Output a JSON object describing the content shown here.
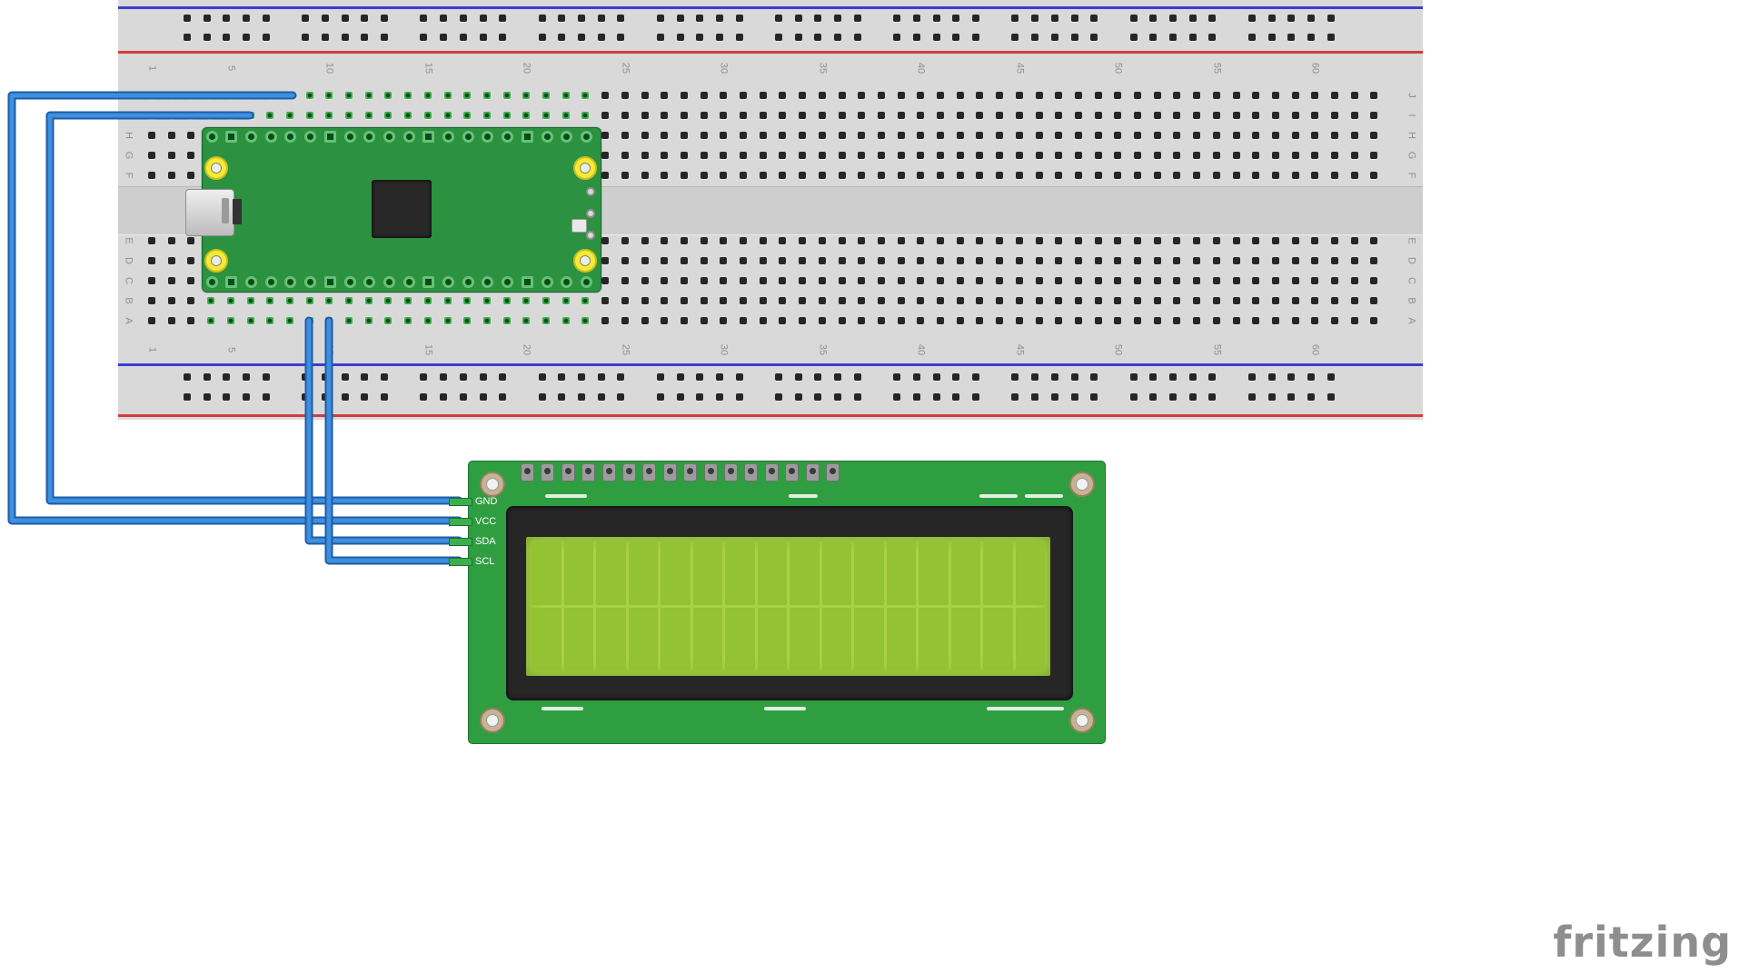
{
  "watermark": "fritzing",
  "breadboard": {
    "column_numbers": [
      "1",
      "5",
      "10",
      "15",
      "20",
      "25",
      "30",
      "35",
      "40",
      "45",
      "50",
      "55",
      "60"
    ],
    "row_letters_top": [
      "J",
      "I",
      "H",
      "G",
      "F"
    ],
    "row_letters_bottom": [
      "E",
      "D",
      "C",
      "B",
      "A"
    ],
    "body_color": "#d9d9d9",
    "negative_rail_color": "#3d3dd1",
    "positive_rail_color": "#d13d3d"
  },
  "microcontroller": {
    "board_color": "#2c9140",
    "pins_per_side": 20
  },
  "lcd": {
    "pin_labels": [
      "GND",
      "VCC",
      "SDA",
      "SCL"
    ],
    "character_columns": 16,
    "character_rows": 2,
    "header_pin_count": 16,
    "pcb_color": "#2f9e41",
    "screen_color": "#a8d243"
  },
  "wires": [
    {
      "id": "wire-gnd",
      "to": "GND",
      "color": "#3f8fe0"
    },
    {
      "id": "wire-vcc",
      "to": "VCC",
      "color": "#3f8fe0"
    },
    {
      "id": "wire-sda",
      "to": "SDA",
      "color": "#3f8fe0"
    },
    {
      "id": "wire-scl",
      "to": "SCL",
      "color": "#3f8fe0"
    }
  ]
}
